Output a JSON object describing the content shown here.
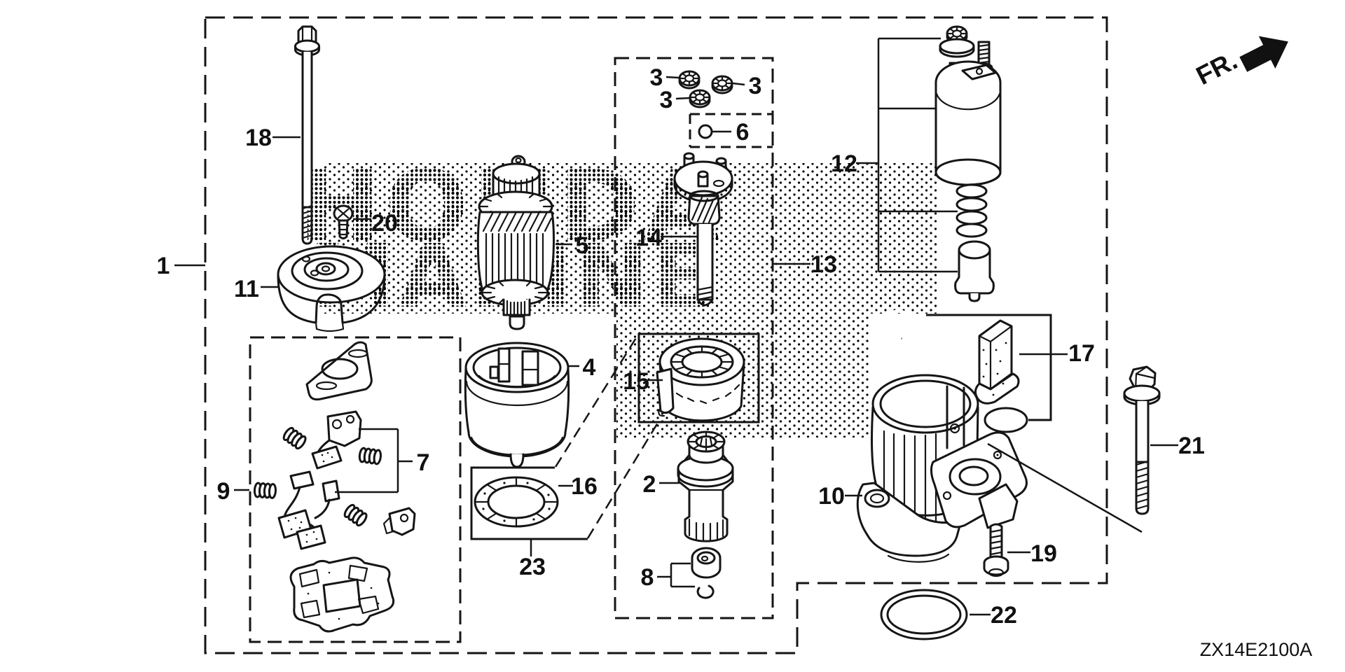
{
  "diagram": {
    "fr_label": "FR.",
    "code": "ZX14E2100A",
    "watermark": {
      "line1": "HONDA",
      "line2": "MARINE"
    }
  },
  "callouts": {
    "c1": "1",
    "c2": "2",
    "c3a": "3",
    "c3b": "3",
    "c3c": "3",
    "c4": "4",
    "c5": "5",
    "c6": "6",
    "c7": "7",
    "c8": "8",
    "c9": "9",
    "c10": "10",
    "c11": "11",
    "c12": "12",
    "c13": "13",
    "c14": "14",
    "c15": "15",
    "c16": "16",
    "c17": "17",
    "c18": "18",
    "c19": "19",
    "c20": "20",
    "c21": "21",
    "c22": "22",
    "c23": "23"
  }
}
